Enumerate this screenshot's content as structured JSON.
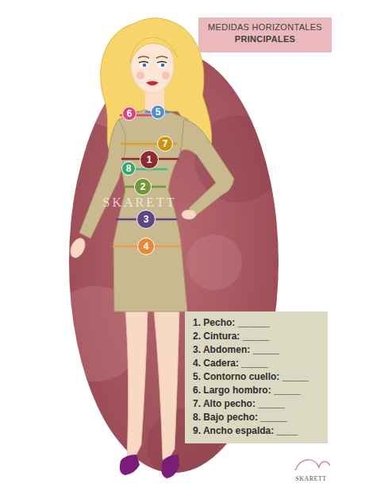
{
  "diagram": {
    "nodes": [
      {
        "text": [
          "MEDIDAS HORIZONTALES",
          "PRINCIPALES"
        ]
      },
      {
        "text": [
          "6"
        ]
      },
      {
        "text": [
          "5"
        ]
      },
      {
        "text": [
          "7"
        ]
      },
      {
        "text": [
          "1"
        ]
      },
      {
        "text": [
          "8"
        ]
      },
      {
        "text": [
          "2"
        ]
      },
      {
        "text": [
          "3"
        ]
      },
      {
        "text": [
          "4"
        ]
      },
      {
        "text": [
          "1. Pecho: ______",
          "2. Cintura: _____",
          "3. Abdomen: _____",
          "4. Cadera: _____",
          "5. Contorno cuello: _____",
          "6. Largo hombro: _____",
          "7. Alto pecho: _____",
          "8. Bajo pecho: _____",
          "9. Ancho espalda: ____"
        ]
      }
    ],
    "labels": [
      "SKARETT",
      "SKARETT"
    ]
  }
}
